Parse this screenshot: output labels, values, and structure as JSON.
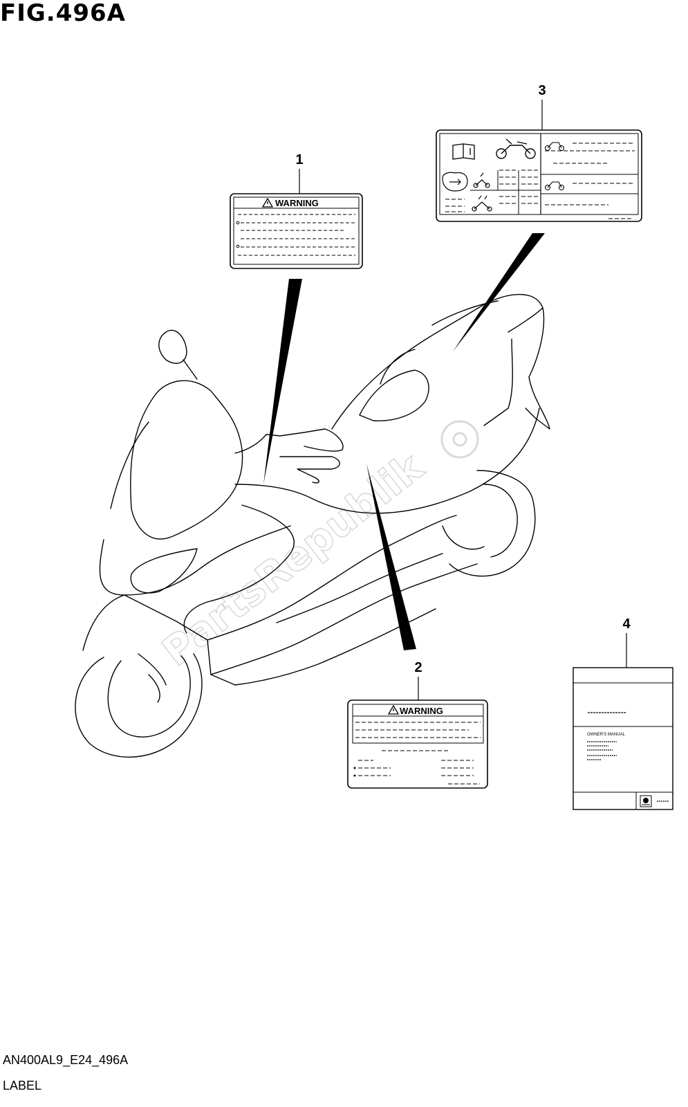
{
  "figure": {
    "title": "FIG.496A",
    "model_code": "AN400AL9_E24_496A",
    "description": "LABEL"
  },
  "callouts": [
    {
      "number": "1"
    },
    {
      "number": "2"
    },
    {
      "number": "3"
    },
    {
      "number": "4"
    }
  ],
  "labels": {
    "label_1": {
      "heading": "WARNING"
    },
    "label_2": {
      "heading": "WARNING"
    },
    "label_4": {
      "manual_text": "OWNER'S MANUAL"
    }
  },
  "watermark": "PartsRepublik"
}
